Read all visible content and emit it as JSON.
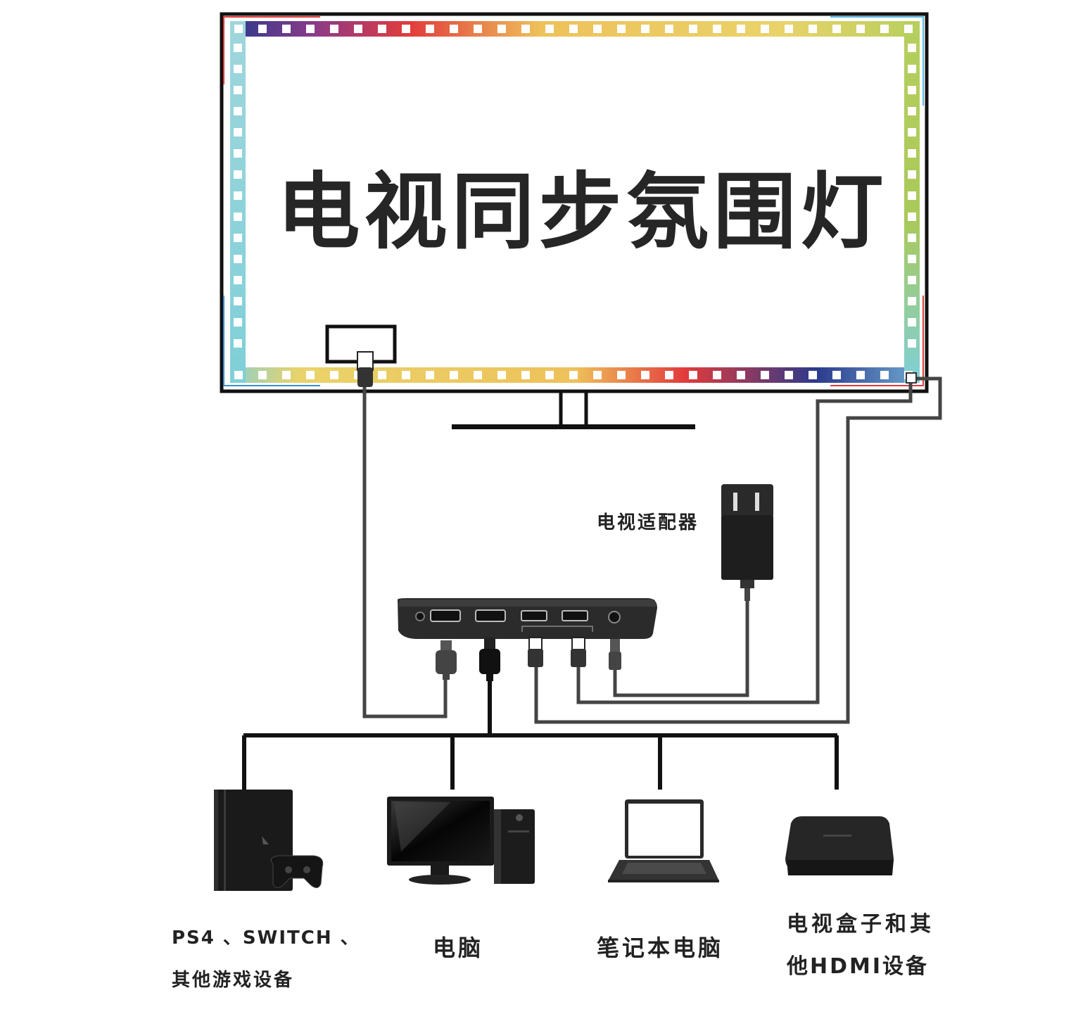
{
  "title": "电视同步氛围灯",
  "adapter_label": "电视适配器",
  "devices": [
    {
      "label_lines": [
        "PS4 、SWITCH 、",
        "其他游戏设备"
      ],
      "icon": "game-console-icon"
    },
    {
      "label_lines": [
        "电脑"
      ],
      "icon": "desktop-computer-icon"
    },
    {
      "label_lines": [
        "笔记本电脑"
      ],
      "icon": "laptop-icon"
    },
    {
      "label_lines": [
        "电视盒子和其",
        "他HDMI设备"
      ],
      "icon": "tv-box-icon"
    }
  ],
  "colors": {
    "tv_frame": "#111111",
    "cable": "#3a3a3a",
    "strip_red": "#e23b3b",
    "strip_yellow": "#e9d36a",
    "strip_green": "#a9c95a",
    "strip_cyan": "#7fd0d8",
    "strip_navy": "#2b3a8c",
    "device_dark": "#222222"
  }
}
